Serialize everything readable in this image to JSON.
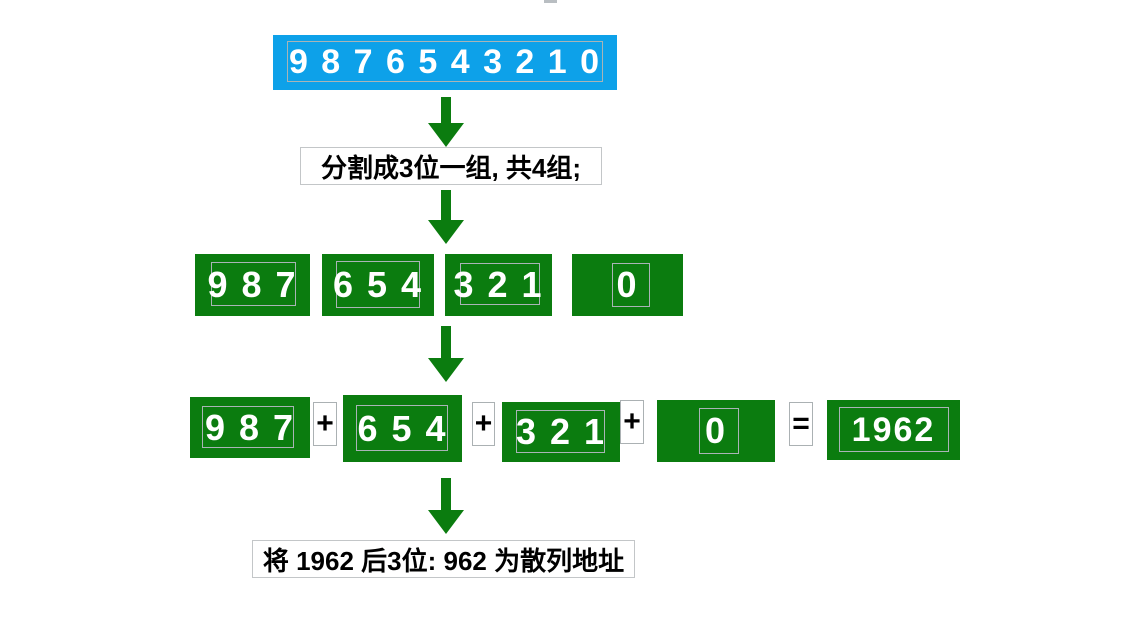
{
  "colors": {
    "box_blue": "#0da1e9",
    "box_green": "#0b7c0f",
    "arrow_green": "#0b7c0f",
    "inner_border": "#a9b4b6",
    "label_border": "#c3c6c8",
    "op_border": "#abb1b3",
    "digit_white": "#ffffff",
    "label_text": "#000000"
  },
  "icons": {
    "down_arrow": "▼"
  },
  "diagram": {
    "input_digits": "9 8 7 6 5 4 3 2 1 0",
    "step1_label": "分割成3位一组, 共4组;",
    "groups": [
      "9 8 7",
      "6 5 4",
      "3 2 1",
      "0"
    ],
    "sum": {
      "operands": [
        "9 8 7",
        "6 5 4",
        "3 2 1",
        "0"
      ],
      "plus": "+",
      "equals": "=",
      "result": "1962"
    },
    "step2_label": "将 1962 后3位: 962 为散列地址"
  }
}
